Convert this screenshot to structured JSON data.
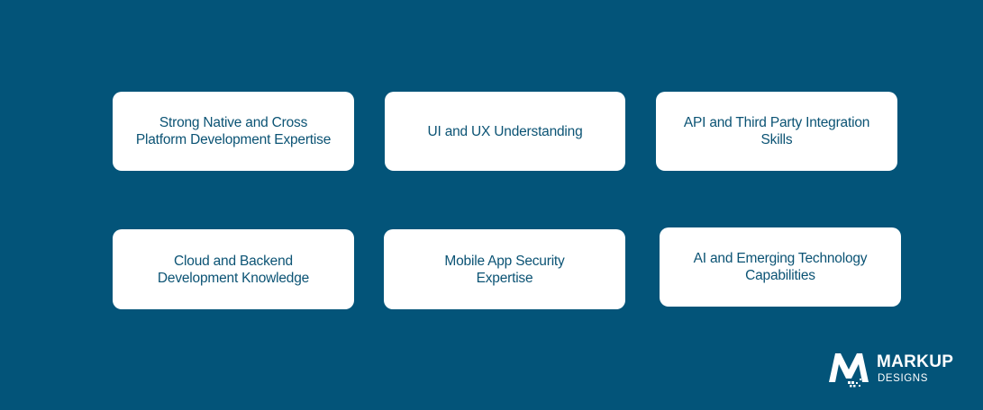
{
  "cards": [
    {
      "label": "Strong Native and Cross\nPlatform Development Expertise"
    },
    {
      "label": "UI and UX Understanding"
    },
    {
      "label": "API and Third Party Integration\nSkills"
    },
    {
      "label": "Cloud and Backend\nDevelopment Knowledge"
    },
    {
      "label": "Mobile App Security\nExpertise"
    },
    {
      "label": "AI and Emerging Technology\nCapabilities"
    }
  ],
  "logo": {
    "name": "MARKUP",
    "sub": "DESIGNS",
    "icon": "m-pixel-logo-icon"
  },
  "colors": {
    "background": "#035479",
    "card": "#ffffff",
    "card_text": "#0b5374"
  }
}
